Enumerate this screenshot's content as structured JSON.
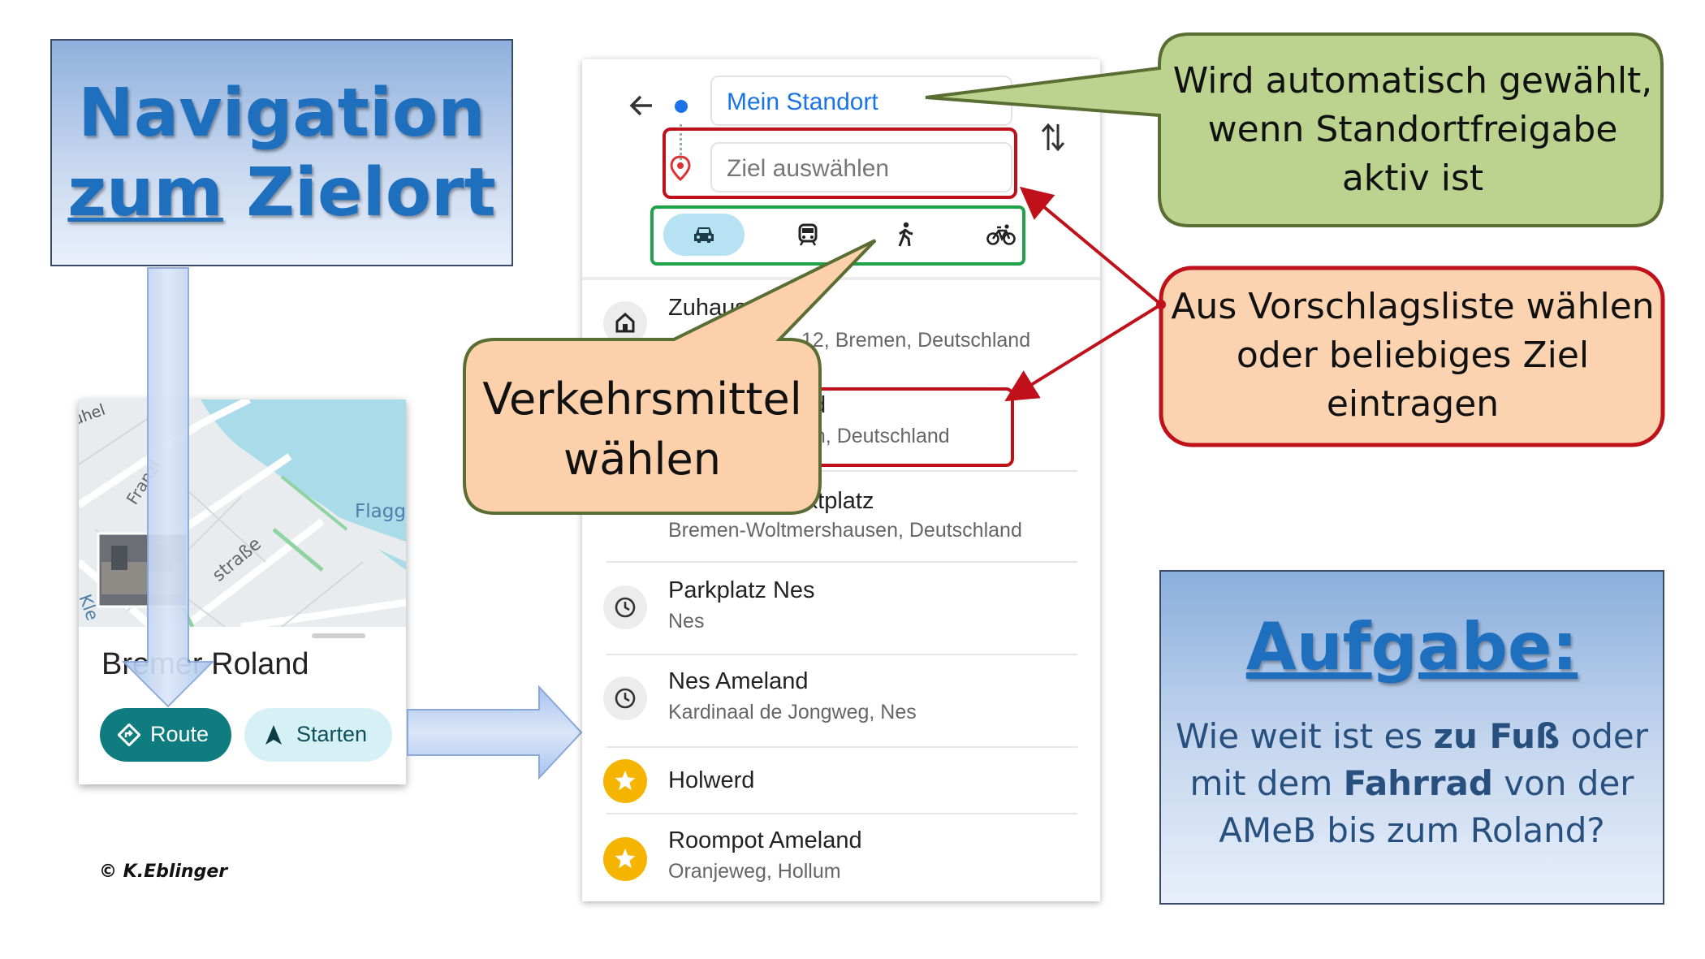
{
  "title": {
    "line1": "Navigation",
    "line2_underlined": "zum",
    "line2_rest": " Zielort"
  },
  "map_card": {
    "map_labels": [
      "Franzi",
      "Flagg",
      "straße",
      "Kle",
      "uhel"
    ],
    "place_name": "Bremer Roland",
    "route_button": "Route",
    "start_button": "Starten"
  },
  "phone": {
    "origin_field": "Mein Standort",
    "destination_placeholder": "Ziel auswählen",
    "transport_modes": [
      "car",
      "transit",
      "walk",
      "bike"
    ],
    "list": [
      {
        "title": "Zuhause",
        "subtitle": "12, Bremen, Deutschland",
        "icon": "home-icon"
      },
      {
        "title": "d",
        "subtitle": "en, Deutschland",
        "icon": "history-icon"
      },
      {
        "title": "rktplatz",
        "subtitle": "Bremen-Woltmershausen, Deutschland",
        "icon": "history-icon"
      },
      {
        "title": "Parkplatz Nes",
        "subtitle": "Nes",
        "icon": "history-icon"
      },
      {
        "title": "Nes Ameland",
        "subtitle": "Kardinaal de Jongweg, Nes",
        "icon": "history-icon"
      },
      {
        "title": "Holwerd",
        "subtitle": "",
        "icon": "star-icon"
      },
      {
        "title": "Roompot Ameland",
        "subtitle": "Oranjeweg, Hollum",
        "icon": "star-icon"
      }
    ]
  },
  "callouts": {
    "location": [
      "Wird automatisch gewählt,",
      "wenn Standortfreigabe",
      "aktiv ist"
    ],
    "suggestions": [
      "Aus Vorschlagsliste wählen",
      "oder beliebiges Ziel",
      "eintragen"
    ],
    "transport": [
      "Verkehrsmittel",
      "wählen"
    ]
  },
  "task": {
    "title": "Aufgabe:",
    "line1_pre": "Wie weit ist es ",
    "line1_bold": "zu Fuß",
    "line1_post": " oder",
    "line2_pre": "mit dem ",
    "line2_bold": "Fahrrad",
    "line2_post": " von der",
    "line3": "AMeB bis zum Roland?"
  },
  "credit": "© K.Eblinger",
  "colors": {
    "title_blue": "#1f6fbf",
    "accent_teal": "#0f7d80",
    "highlight_red": "#c0111a",
    "highlight_green": "#1fa24a",
    "callout_green_fill": "#bcd38f",
    "callout_orange_fill": "#fbd3b0",
    "callout_peach_fill": "#fbd0aa"
  }
}
